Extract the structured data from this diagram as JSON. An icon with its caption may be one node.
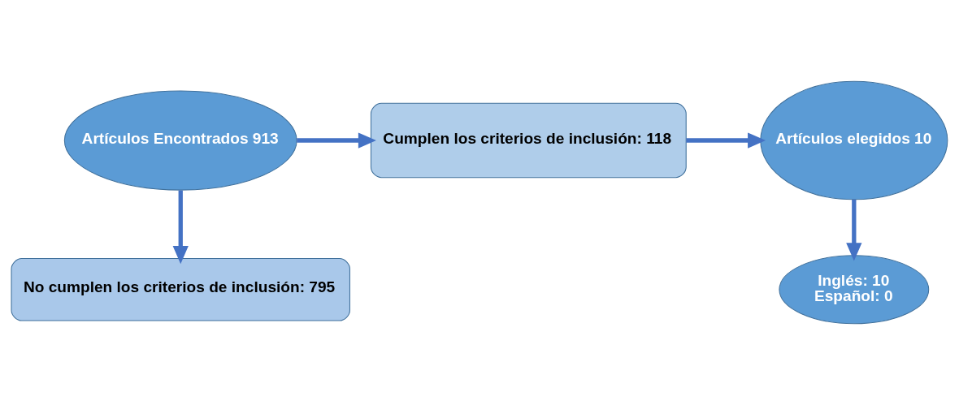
{
  "diagram": {
    "nodes": [
      {
        "text": [
          "Artículos Encontrados 913"
        ]
      },
      {
        "text": [
          "Cumplen los criterios de inclusión: 118"
        ]
      },
      {
        "text": [
          "Artículos elegidos 10"
        ]
      },
      {
        "text": [
          "No cumplen los criterios de inclusión: 795"
        ]
      },
      {
        "text": [
          "Inglés: 10",
          "Español: 0"
        ]
      }
    ],
    "edges": [
      {
        "from": 0,
        "to": 1,
        "arrow": "to"
      },
      {
        "from": 1,
        "to": 2,
        "arrow": "to"
      },
      {
        "from": 0,
        "to": 3,
        "arrow": "to"
      },
      {
        "from": 2,
        "to": 4,
        "arrow": "to"
      }
    ]
  }
}
